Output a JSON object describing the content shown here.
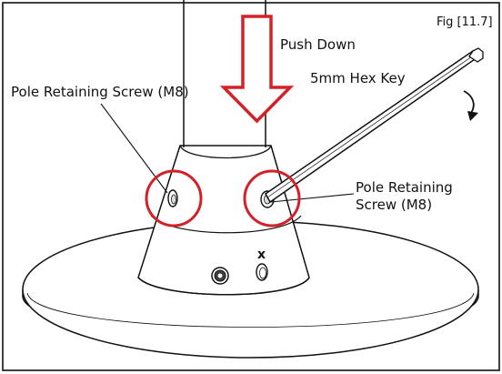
{
  "figure": {
    "label": "Fig [11.7]"
  },
  "annotations": {
    "push_down": "Push Down",
    "hex_key": "5mm Hex Key",
    "screw_left": "Pole Retaining Screw (M8)",
    "screw_right_line1": "Pole Retaining",
    "screw_right_line2": "Screw (M8)",
    "hole_mark": "x"
  },
  "colors": {
    "highlight": "#d62027",
    "line": "#111111",
    "background": "#ffffff"
  },
  "icons": {
    "push_arrow": "arrow-down-icon",
    "rotation_arrow": "rotate-clockwise-icon"
  }
}
